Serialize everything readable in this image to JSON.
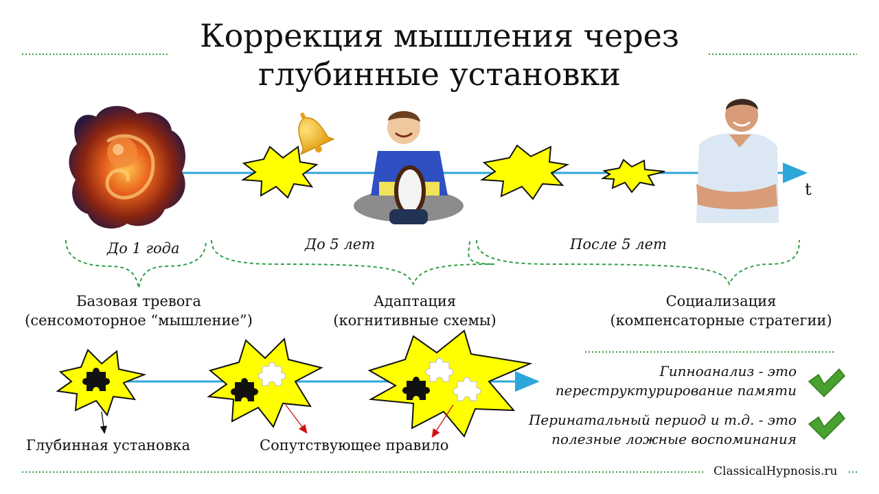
{
  "title": {
    "line1": "Коррекция мышления через",
    "line2": "глубинные установки"
  },
  "timeline": {
    "axis_label": "t"
  },
  "periods": [
    {
      "label": "До 1 года"
    },
    {
      "label": "До 5 лет"
    },
    {
      "label": "После 5 лет"
    }
  ],
  "stages": [
    {
      "name": "Базовая тревога",
      "detail": "(сенсомоторное “мышление”)"
    },
    {
      "name": "Адаптация",
      "detail": "(когнитивные схемы)"
    },
    {
      "name": "Социализация",
      "detail": "(компенсаторные стратегии)"
    }
  ],
  "bottom": {
    "deep_belief_label": "Глубинная установка",
    "rule_label": "Сопутствующее правило"
  },
  "notes": [
    {
      "line1": "Гипноанализ - это",
      "line2": "переструктурирование памяти"
    },
    {
      "line1": "Перинатальный период и т.д. - это",
      "line2": "полезные ложные воспоминания"
    }
  ],
  "credit": "ClassicalHypnosis.ru",
  "colors": {
    "timeline": "#2da7d9",
    "burst_fill": "#ffff00",
    "brace": "#2e9e45",
    "check": "#49a12f",
    "rule_arrow": "#d01010",
    "dotted_rule": "#2e9e45"
  },
  "icons": [
    "bell-icon",
    "check-icon",
    "puzzle-piece-icon",
    "explosion-burst-icon"
  ]
}
